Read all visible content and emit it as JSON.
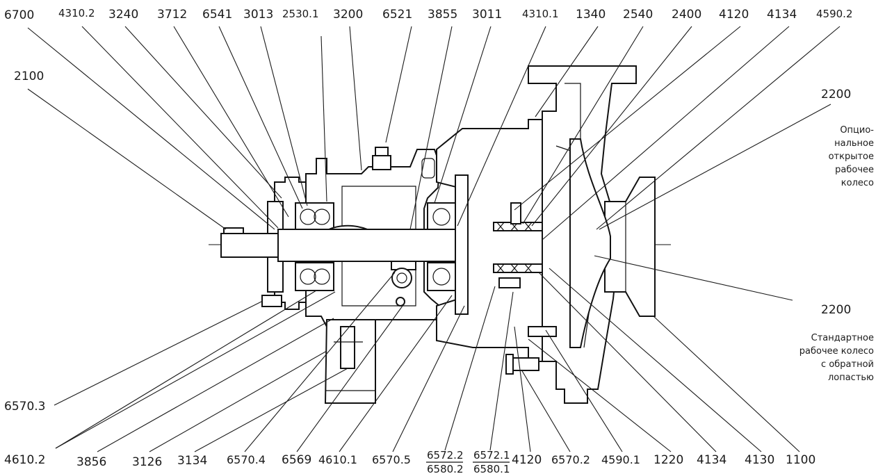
{
  "top_labels": [
    "6700",
    "4310.2",
    "3240",
    "3712",
    "6541",
    "3013",
    "2530.1",
    "3200",
    "6521",
    "3855",
    "3011",
    "4310.1",
    "1340",
    "2540",
    "2400",
    "4120",
    "4134",
    "4590.2"
  ],
  "left_label": "2100",
  "right_labels": {
    "top_number": "2200",
    "top_note": [
      "Опцио-",
      "нальное",
      "открытое",
      "рабочее",
      "колесо"
    ],
    "bottom_number": "2200",
    "bottom_note": [
      "Стандартное",
      "рабочее колесо",
      "с обратной",
      "лопастью"
    ]
  },
  "left_bottom_label": "6570.3",
  "bottom_labels": [
    "4610.2",
    "3856",
    "3126",
    "3134",
    "6570.4",
    "6569",
    "4610.1",
    "6570.5",
    "4120",
    "6570.2",
    "4590.1",
    "1220",
    "4134",
    "4130",
    "1100"
  ],
  "fractions": [
    {
      "num": "6572.2",
      "den": "6580.2"
    },
    {
      "num": "6572.1",
      "den": "6580.1"
    }
  ]
}
